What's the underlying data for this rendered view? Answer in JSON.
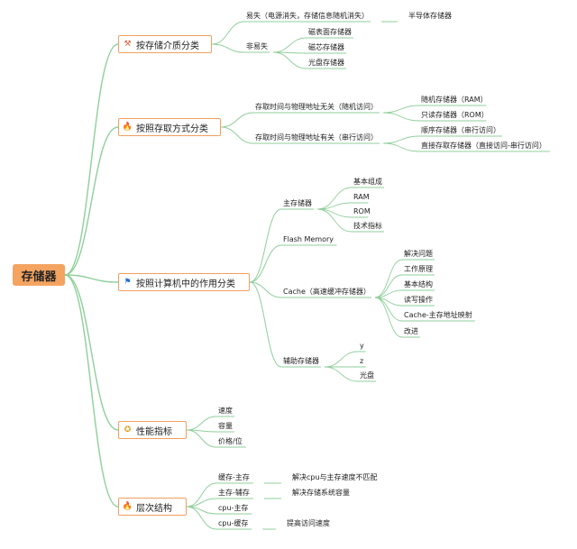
{
  "root": {
    "label": "存储器"
  },
  "branches": [
    {
      "label": "按存储介质分类",
      "icon": "tools-icon",
      "children": [
        {
          "label": "易失（电源消失，存储信息随机消失）",
          "children": [
            {
              "label": "半导体存储器"
            }
          ]
        },
        {
          "label": "非易失",
          "children": [
            {
              "label": "磁表面存储器"
            },
            {
              "label": "磁芯存储器"
            },
            {
              "label": "光盘存储器"
            }
          ]
        }
      ]
    },
    {
      "label": "按照存取方式分类",
      "icon": "flame-icon",
      "children": [
        {
          "label": "存取时间与物理地址无关（随机访问）",
          "children": [
            {
              "label": "随机存储器（RAM）"
            },
            {
              "label": "只读存储器（ROM）"
            }
          ]
        },
        {
          "label": "存取时间与物理地址有关（串行访问）",
          "children": [
            {
              "label": "顺序存储器（串行访问）"
            },
            {
              "label": "直接存取存储器（直接访问-串行访问）"
            }
          ]
        }
      ]
    },
    {
      "label": "按照计算机中的作用分类",
      "icon": "flag-icon",
      "children": [
        {
          "label": "主存储器",
          "children": [
            {
              "label": "基本组成"
            },
            {
              "label": "RAM"
            },
            {
              "label": "ROM"
            },
            {
              "label": "技术指标"
            }
          ]
        },
        {
          "label": "Flash Memory",
          "children": []
        },
        {
          "label": "Cache（高速缓冲存储器）",
          "children": [
            {
              "label": "解决问题"
            },
            {
              "label": "工作原理"
            },
            {
              "label": "基本结构"
            },
            {
              "label": "读写操作"
            },
            {
              "label": "Cache-主存地址映射"
            },
            {
              "label": "改进"
            }
          ]
        },
        {
          "label": "辅助存储器",
          "children": [
            {
              "label": "y"
            },
            {
              "label": "z"
            },
            {
              "label": "光盘"
            }
          ]
        }
      ]
    },
    {
      "label": "性能指标",
      "icon": "medal-icon",
      "children": [
        {
          "label": "速度",
          "children": []
        },
        {
          "label": "容量",
          "children": []
        },
        {
          "label": "价格/位",
          "children": []
        }
      ]
    },
    {
      "label": "层次结构",
      "icon": "flame-icon",
      "children": [
        {
          "label": "缓存-主存",
          "children": [
            {
              "label": "解决cpu与主存速度不匹配"
            }
          ]
        },
        {
          "label": "主存-辅存",
          "children": [
            {
              "label": "解决存储系统容量"
            }
          ]
        },
        {
          "label": "cpu-主存",
          "children": []
        },
        {
          "label": "cpu-缓存",
          "children": [
            {
              "label": "提高访问速度"
            }
          ]
        }
      ]
    }
  ],
  "colors": {
    "line": "#8fcf9b",
    "root_fill": "#f4a460",
    "branch_border": "#f0a060"
  }
}
